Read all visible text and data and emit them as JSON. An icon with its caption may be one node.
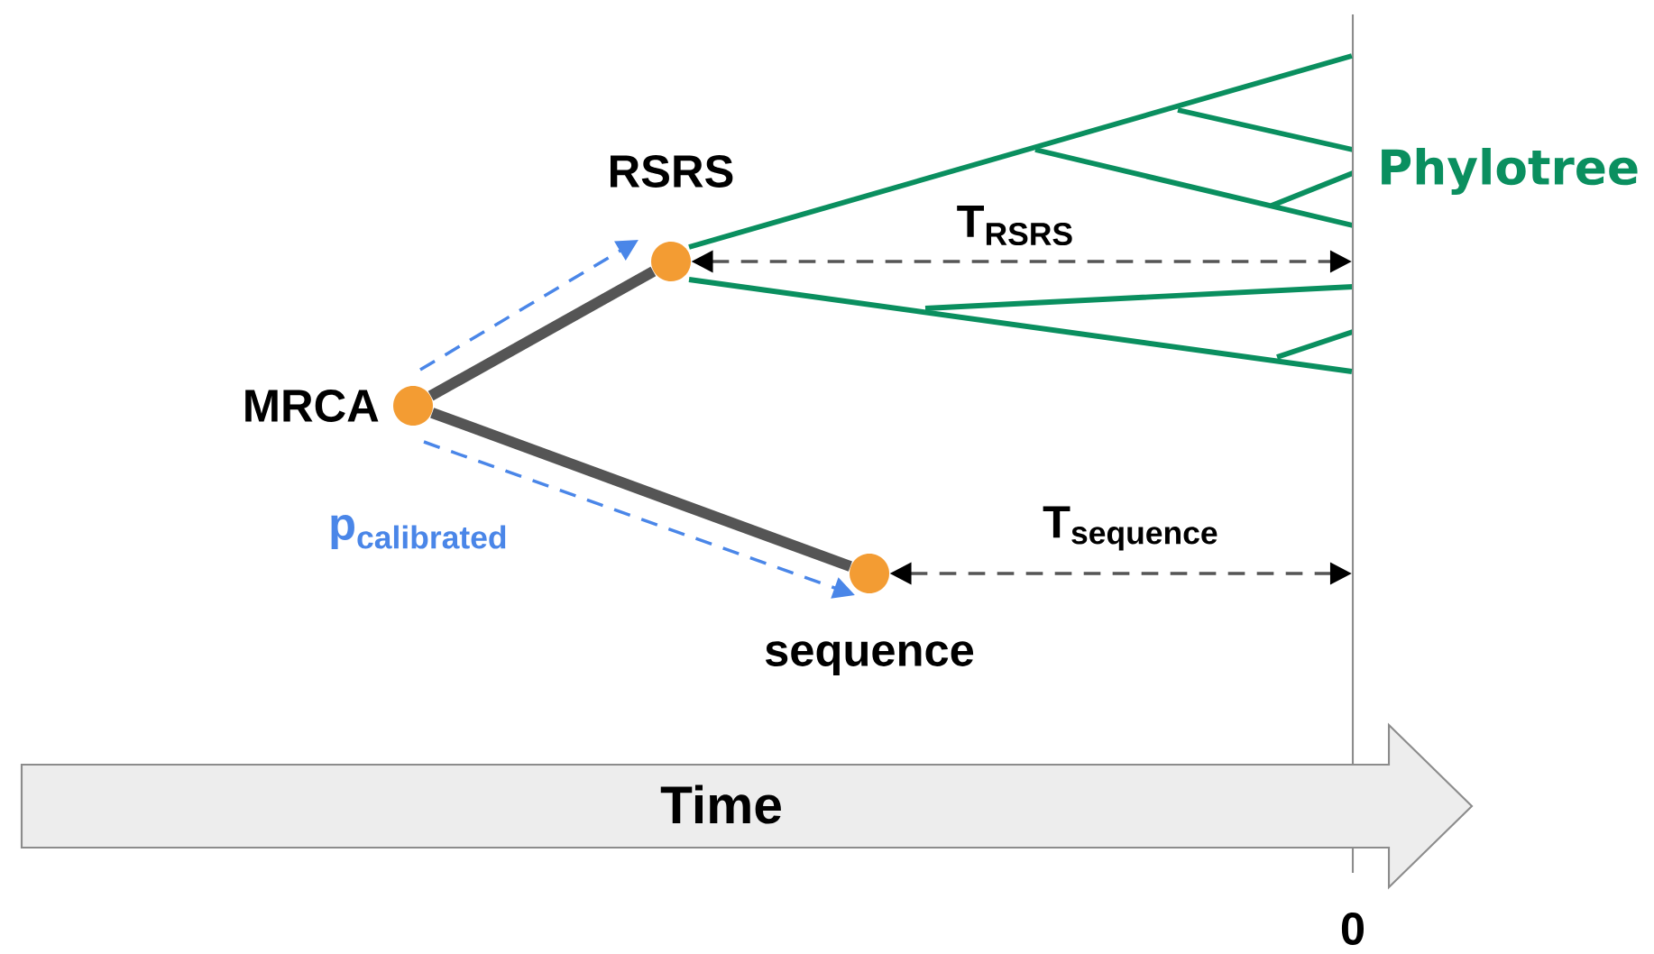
{
  "diagram": {
    "nodes": [
      {
        "text": [],
        "shape": "circle",
        "beside": [
          "MRCA"
        ]
      },
      {
        "text": [],
        "shape": "circle",
        "beside": [
          "RSRS"
        ]
      },
      {
        "text": [],
        "shape": "circle",
        "beside": [
          "sequence"
        ]
      },
      {
        "text": [],
        "shape": "bar",
        "beside": [
          "0"
        ]
      },
      {
        "text": [
          "Time"
        ]
      }
    ],
    "edges": [
      {
        "from": 0,
        "to": 1,
        "arrow": "none",
        "style": "thick",
        "color": "#555555"
      },
      {
        "from": 0,
        "to": 2,
        "arrow": "none",
        "style": "thick",
        "color": "#555555"
      },
      {
        "from": 0,
        "to": 1,
        "arrow": "to",
        "style": "dashed",
        "color": "#4a86e8"
      },
      {
        "from": 0,
        "to": 2,
        "arrow": "to",
        "style": "dashed",
        "color": "#4a86e8",
        "label": "\\mathbf{p}_{\\mathbf{calibrated}}"
      },
      {
        "from": 1,
        "to": 3,
        "arrow": "both",
        "style": "dashed",
        "color": "#555555",
        "label": "\\mathbf{T}_{\\mathbf{RSRS}}"
      },
      {
        "from": 2,
        "to": 3,
        "arrow": "both",
        "style": "dashed",
        "color": "#555555",
        "label": "\\mathbf{T}_{\\mathbf{sequence}}"
      },
      {
        "from": 1,
        "to": 3,
        "arrow": "none",
        "color": "#0a8f5f"
      },
      {
        "from": 1,
        "to": 3,
        "arrow": "none",
        "color": "#0a8f5f"
      }
    ],
    "labels": [
      "Phylotree"
    ]
  }
}
